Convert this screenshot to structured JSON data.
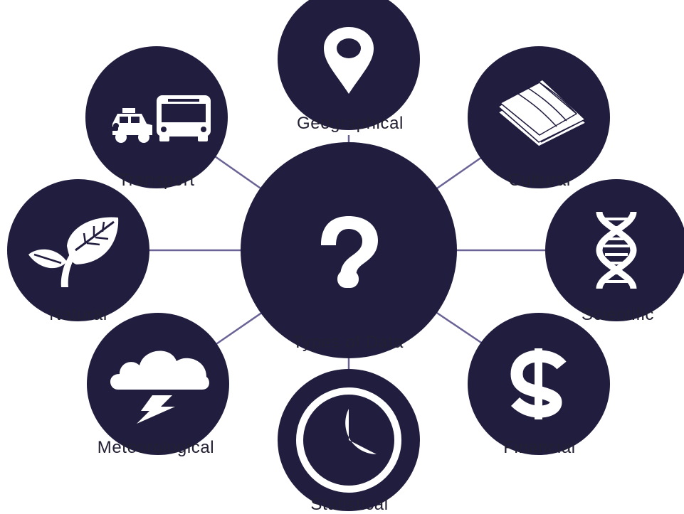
{
  "diagram": {
    "colors": {
      "node": "#211d3f",
      "connector": "#6a6496",
      "icon": "#ffffff",
      "text": "#222033"
    },
    "center": {
      "label": "Types of Data",
      "icon": "question-mark-icon"
    },
    "nodes": [
      {
        "id": "geographical",
        "label": "Geographical",
        "icon": "map-pin-icon"
      },
      {
        "id": "cultural",
        "label": "Cultural",
        "icon": "book-icon"
      },
      {
        "id": "scientific",
        "label": "Scientific",
        "icon": "dna-icon"
      },
      {
        "id": "financial",
        "label": "Financial",
        "icon": "dollar-icon"
      },
      {
        "id": "statistical",
        "label": "Statistical",
        "icon": "pie-chart-icon"
      },
      {
        "id": "meteorological",
        "label": "Meteorological",
        "icon": "storm-cloud-icon"
      },
      {
        "id": "natural",
        "label": "Natural",
        "icon": "leaf-icon"
      },
      {
        "id": "transport",
        "label": "Transport",
        "icon": "vehicles-icon"
      }
    ]
  }
}
